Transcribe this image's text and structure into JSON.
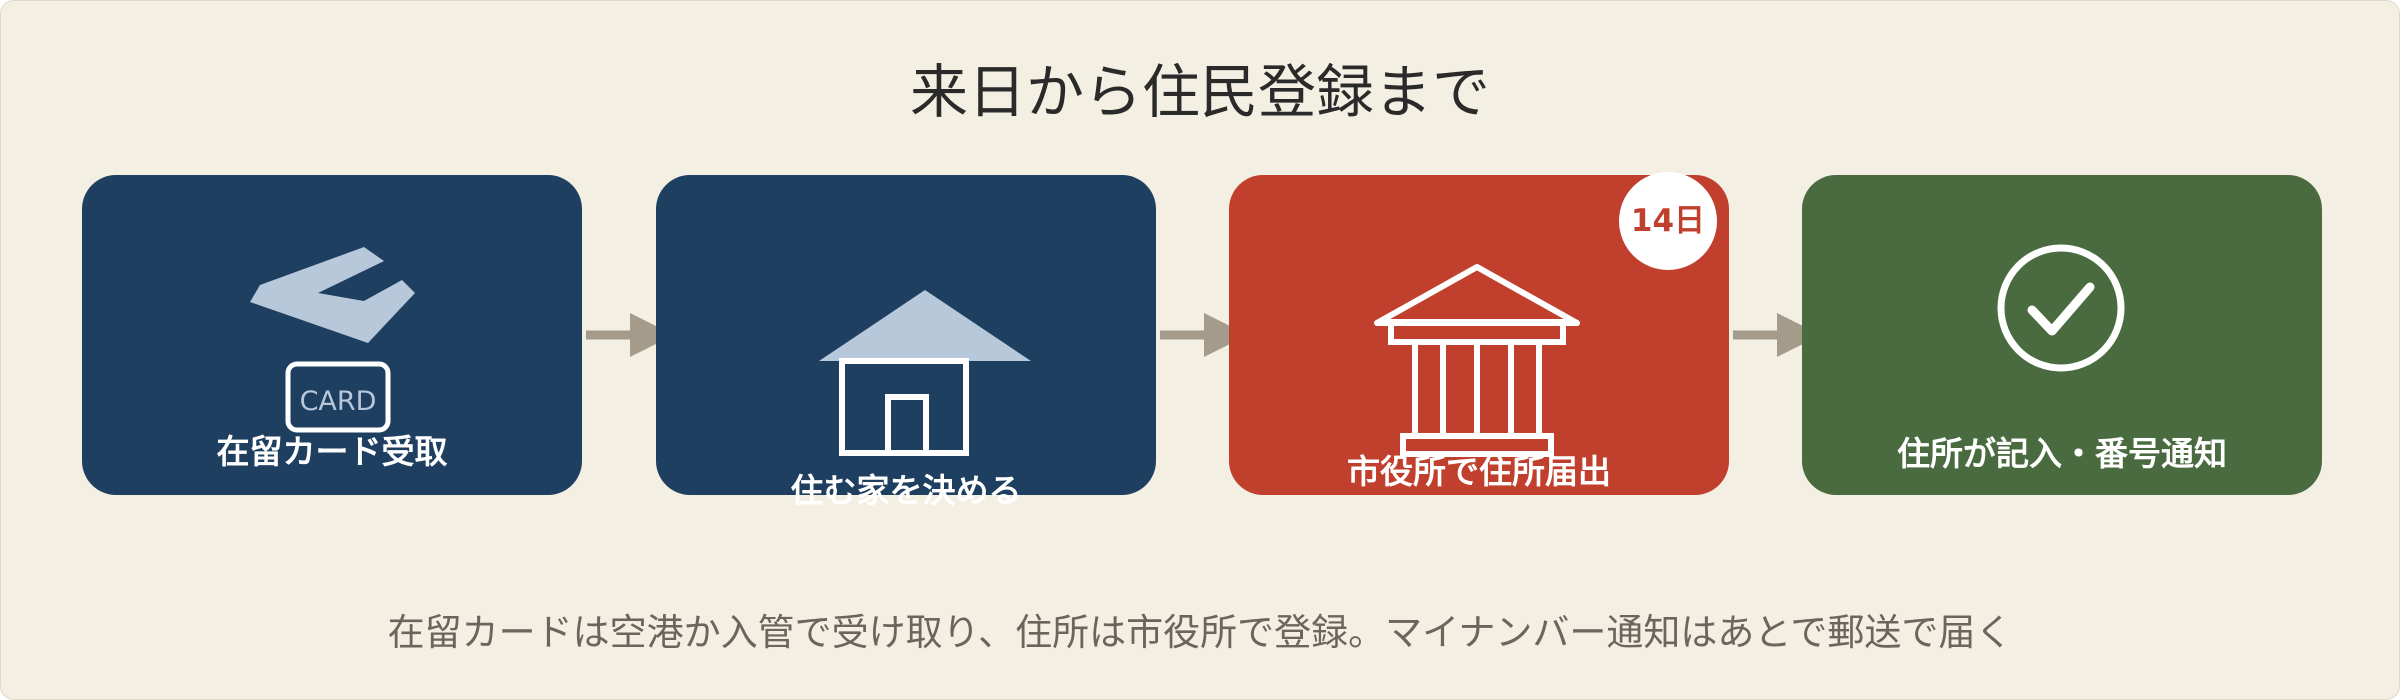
{
  "title": "来日から住民登録まで",
  "steps": [
    {
      "label": "在留カード受取",
      "icon": "airplane-landing-and-card-icon",
      "card_text": "CARD",
      "color": "#1f3f61"
    },
    {
      "label": "住む家を決める",
      "icon": "house-icon",
      "color": "#1f3f61"
    },
    {
      "label": "市役所で住所届出",
      "icon": "city-hall-icon",
      "color": "#c0402d"
    },
    {
      "label": "住所が記入・番号通知",
      "icon": "check-circle-icon",
      "color": "#4a6b40"
    }
  ],
  "deadline_badge": "14日",
  "caption": "在留カードは空港か入管で受け取り、住所は市役所で登録。マイナンバー通知はあとで郵送で届く",
  "colors": {
    "background": "#f3efe2",
    "navy": "#1f3f61",
    "red": "#c0402d",
    "green": "#4a6b40",
    "arrow": "#a59b8a",
    "icon_light": "#b7c8db"
  }
}
